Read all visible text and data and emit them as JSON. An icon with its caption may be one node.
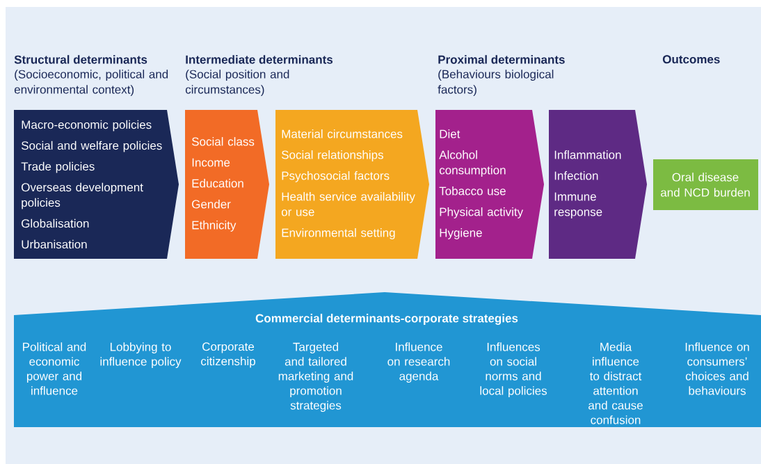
{
  "diagram": {
    "nodes": [
      {
        "text": [
          "Macro-economic policies",
          "Social and welfare policies",
          "Trade policies",
          "Overseas development policies",
          "Globalisation",
          "Urbanisation"
        ]
      },
      {
        "text": [
          "Social class",
          "Income",
          "Education",
          "Gender",
          "Ethnicity"
        ]
      },
      {
        "text": [
          "Material circumstances",
          "Social relationships",
          "Psychosocial factors",
          "Health service availability or use",
          "Environmental setting"
        ]
      },
      {
        "text": [
          "Diet",
          "Alcohol consumption",
          "Tobacco use",
          "Physical activity",
          "Hygiene"
        ]
      },
      {
        "text": [
          "Inflammation",
          "Infection",
          "Immune response"
        ]
      },
      {
        "text": [
          "Oral disease and NCD burden"
        ]
      },
      {
        "text": [
          "Commercial determinants-corporate strategies",
          "Political and economic power and influence",
          "Lobbying to influence policy",
          "Corporate citizenship",
          "Targeted and tailored marketing and promotion strategies",
          "Influence on research agenda",
          "Influences on social norms and local policies",
          "Media influence to distract attention and cause confusion",
          "Influence on consumers’ choices and behaviours"
        ]
      }
    ],
    "labels": [
      "Structural determinants",
      "(Socioeconomic, political and environmental context)",
      "Intermediate determinants",
      "(Social position and circumstances)",
      "Proximal determinants",
      "(Behaviours biological factors)",
      "Outcomes"
    ]
  }
}
